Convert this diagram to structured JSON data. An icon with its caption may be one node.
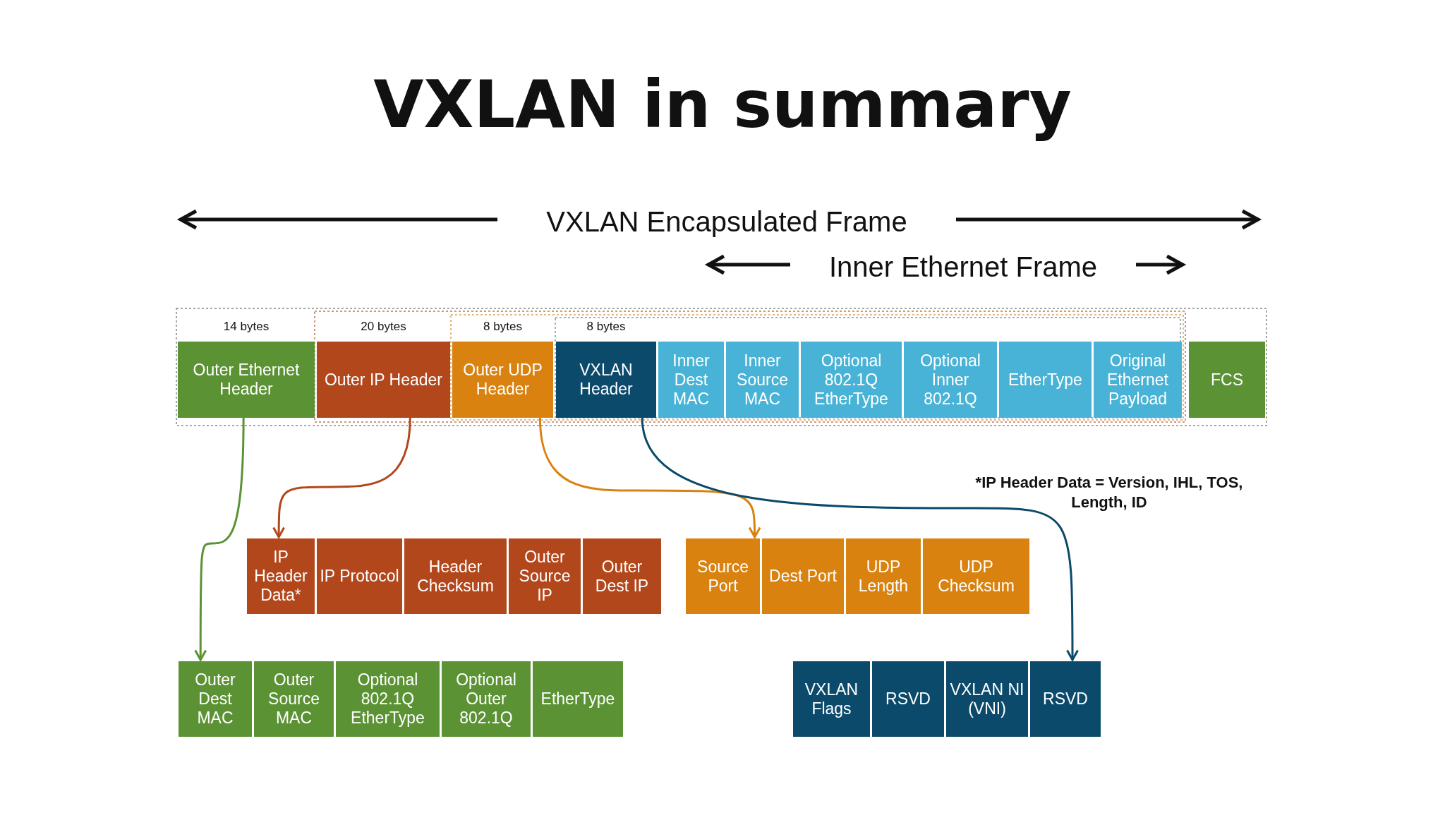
{
  "diagram": {
    "title": "VXLAN in summary",
    "nodes": [
      {
        "text": [
          "Outer Ethernet Header"
        ],
        "beside": [
          "14 bytes"
        ]
      },
      {
        "text": [
          "Outer IP Header"
        ],
        "beside": [
          "20 bytes"
        ]
      },
      {
        "text": [
          "Outer UDP Header"
        ],
        "beside": [
          "8 bytes"
        ]
      },
      {
        "text": [
          "VXLAN Header"
        ],
        "beside": [
          "8 bytes"
        ]
      },
      {
        "text": [
          "Inner Dest MAC"
        ]
      },
      {
        "text": [
          "Inner Source MAC"
        ]
      },
      {
        "text": [
          "Optional 802.1Q EtherType"
        ]
      },
      {
        "text": [
          "Optional Inner 802.1Q"
        ]
      },
      {
        "text": [
          "EtherType"
        ]
      },
      {
        "text": [
          "Original Ethernet Payload"
        ]
      },
      {
        "text": [
          "FCS"
        ]
      },
      {
        "text": [
          "IP Header Data*"
        ]
      },
      {
        "text": [
          "IP Protocol"
        ]
      },
      {
        "text": [
          "Header Checksum"
        ]
      },
      {
        "text": [
          "Outer Source IP"
        ]
      },
      {
        "text": [
          "Outer Dest IP"
        ]
      },
      {
        "text": [
          "Source Port"
        ]
      },
      {
        "text": [
          "Dest Port"
        ]
      },
      {
        "text": [
          "UDP Length"
        ]
      },
      {
        "text": [
          "UDP Checksum"
        ]
      },
      {
        "text": [
          "Outer Dest MAC"
        ]
      },
      {
        "text": [
          "Outer Source MAC"
        ]
      },
      {
        "text": [
          "Optional 802.1Q EtherType"
        ]
      },
      {
        "text": [
          "Optional Outer 802.1Q"
        ]
      },
      {
        "text": [
          "EtherType"
        ]
      },
      {
        "text": [
          "VXLAN Flags"
        ]
      },
      {
        "text": [
          "RSVD"
        ]
      },
      {
        "text": [
          "VXLAN NI (VNI)"
        ]
      },
      {
        "text": [
          "RSVD"
        ]
      }
    ],
    "edges": [
      {
        "from": 0,
        "to": 20,
        "arrow": "to",
        "color": "#5b9234"
      },
      {
        "from": 1,
        "to": 11,
        "arrow": "to",
        "color": "#b3471c"
      },
      {
        "from": 2,
        "to": 16,
        "arrow": "to",
        "color": "#d9820f"
      },
      {
        "from": 3,
        "to": 28,
        "arrow": "to",
        "color": "#0b4a6b"
      }
    ],
    "labels": [
      "VXLAN Encapsulated Frame",
      "Inner Ethernet Frame",
      "*IP Header Data = Version, IHL, TOS, Length, ID"
    ]
  }
}
